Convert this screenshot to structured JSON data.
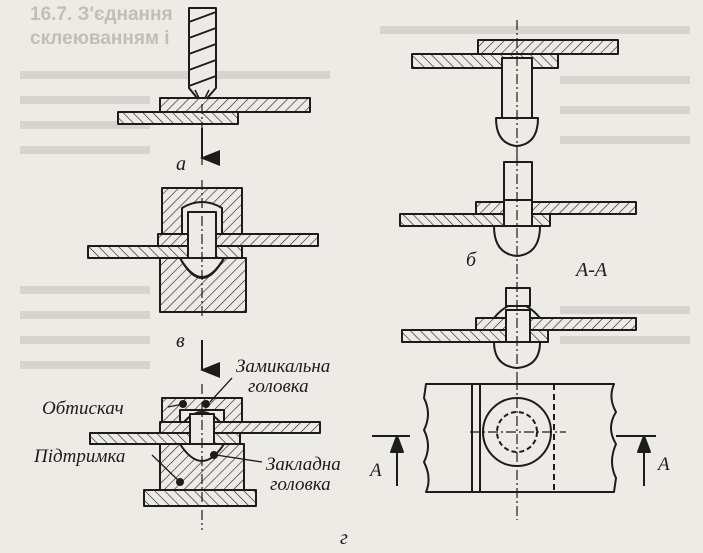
{
  "labels": {
    "step_a": "а",
    "step_b": "б",
    "step_v": "в",
    "step_g": "г",
    "section": "А-А",
    "closing_head_line1": "Замикальна",
    "closing_head_line2": "головка",
    "clamp": "Обтискач",
    "support": "Підтримка",
    "embedded_head_line1": "Закладна",
    "embedded_head_line2": "головка",
    "cut_mark_left": "А",
    "cut_mark_right": "А"
  },
  "bleed_text": {
    "heading_line1": "16.7. З'єднання",
    "heading_line2": "склеюванням і"
  },
  "colors": {
    "ink": "#1c1c1c",
    "paper": "#ecebe6",
    "bleed": "#b9b7b1"
  }
}
